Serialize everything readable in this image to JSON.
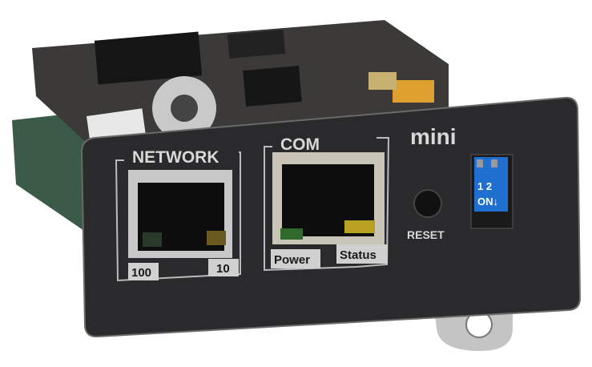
{
  "labels": {
    "network": "NETWORK",
    "com": "COM",
    "brand": "mini",
    "reset": "RESET",
    "led_100": "100",
    "led_10": "10",
    "power": "Power",
    "status": "Status",
    "dip_numbers": "1 2",
    "dip_on": "ON↓"
  },
  "colors": {
    "faceplate": "#2a2a2c",
    "dip_switch": "#1f6fd0",
    "status_led": "#b8a020",
    "power_led": "#2f6a2a"
  }
}
